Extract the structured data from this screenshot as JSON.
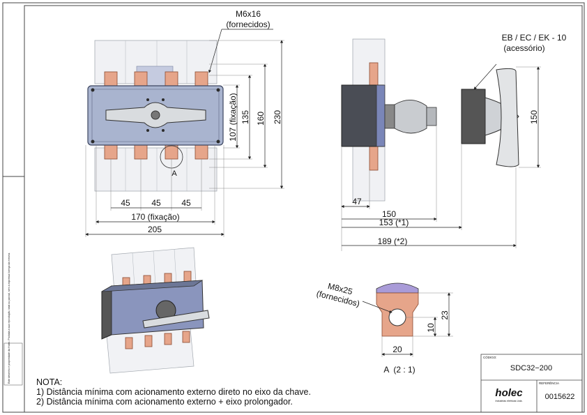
{
  "front_view": {
    "bolt_label": "M6x16",
    "bolt_note": "(fornecidos)",
    "detail_marker": "A",
    "dims_vertical": [
      "107 (fixação)",
      "135",
      "160",
      "230"
    ],
    "dims_horizontal": [
      "45",
      "45",
      "45",
      "170 (fixação)",
      "205"
    ]
  },
  "side_view": {
    "accessory_label": "EB / EC / EK - 10",
    "accessory_note": "(acessório)",
    "dims_horizontal": [
      "47",
      "150",
      "153 (*1)",
      "189 (*2)"
    ],
    "handle_dim": "150"
  },
  "detail_view": {
    "bolt_label": "M8x25",
    "bolt_note": "(fornecidos)",
    "dims": [
      "23",
      "10",
      "20"
    ],
    "caption": "A  (2 : 1)"
  },
  "notes": {
    "title": "NOTA:",
    "lines": [
      "1) Distância mínima com acionamento externo direto no eixo da chave.",
      "2) Distância mínima com acionamento externo + eixo prolongador."
    ]
  },
  "title_block": {
    "code_label": "CÓDIGO:",
    "code": "SDC32−200",
    "ref_label": "REFERÊNCIA",
    "ref": "0015622",
    "brand": "holec",
    "brand_sub": "Industrias eletricas Ltda."
  },
  "margin_note": "Este desenho é propriedade da Holec. Proibida a sua reprodução, total ou parcial, sem a expressa licença da mesma."
}
